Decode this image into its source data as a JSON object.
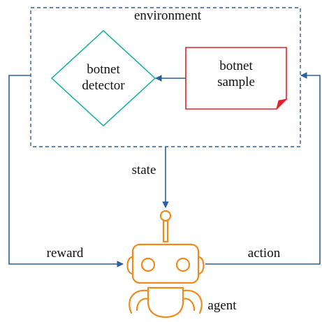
{
  "labels": {
    "environment": "environment",
    "detector_line1": "botnet",
    "detector_line2": "detector",
    "sample_line1": "botnet",
    "sample_line2": "sample",
    "state": "state",
    "reward": "reward",
    "action": "action",
    "agent": "agent"
  },
  "colors": {
    "flow": "#2b5f9e",
    "environment_border": "#2b5f9e",
    "detector": "#22b3a0",
    "sample": "#e3212b",
    "agent": "#f08a1c",
    "text": "#111111"
  },
  "icons": {
    "agent": "robot-icon"
  }
}
